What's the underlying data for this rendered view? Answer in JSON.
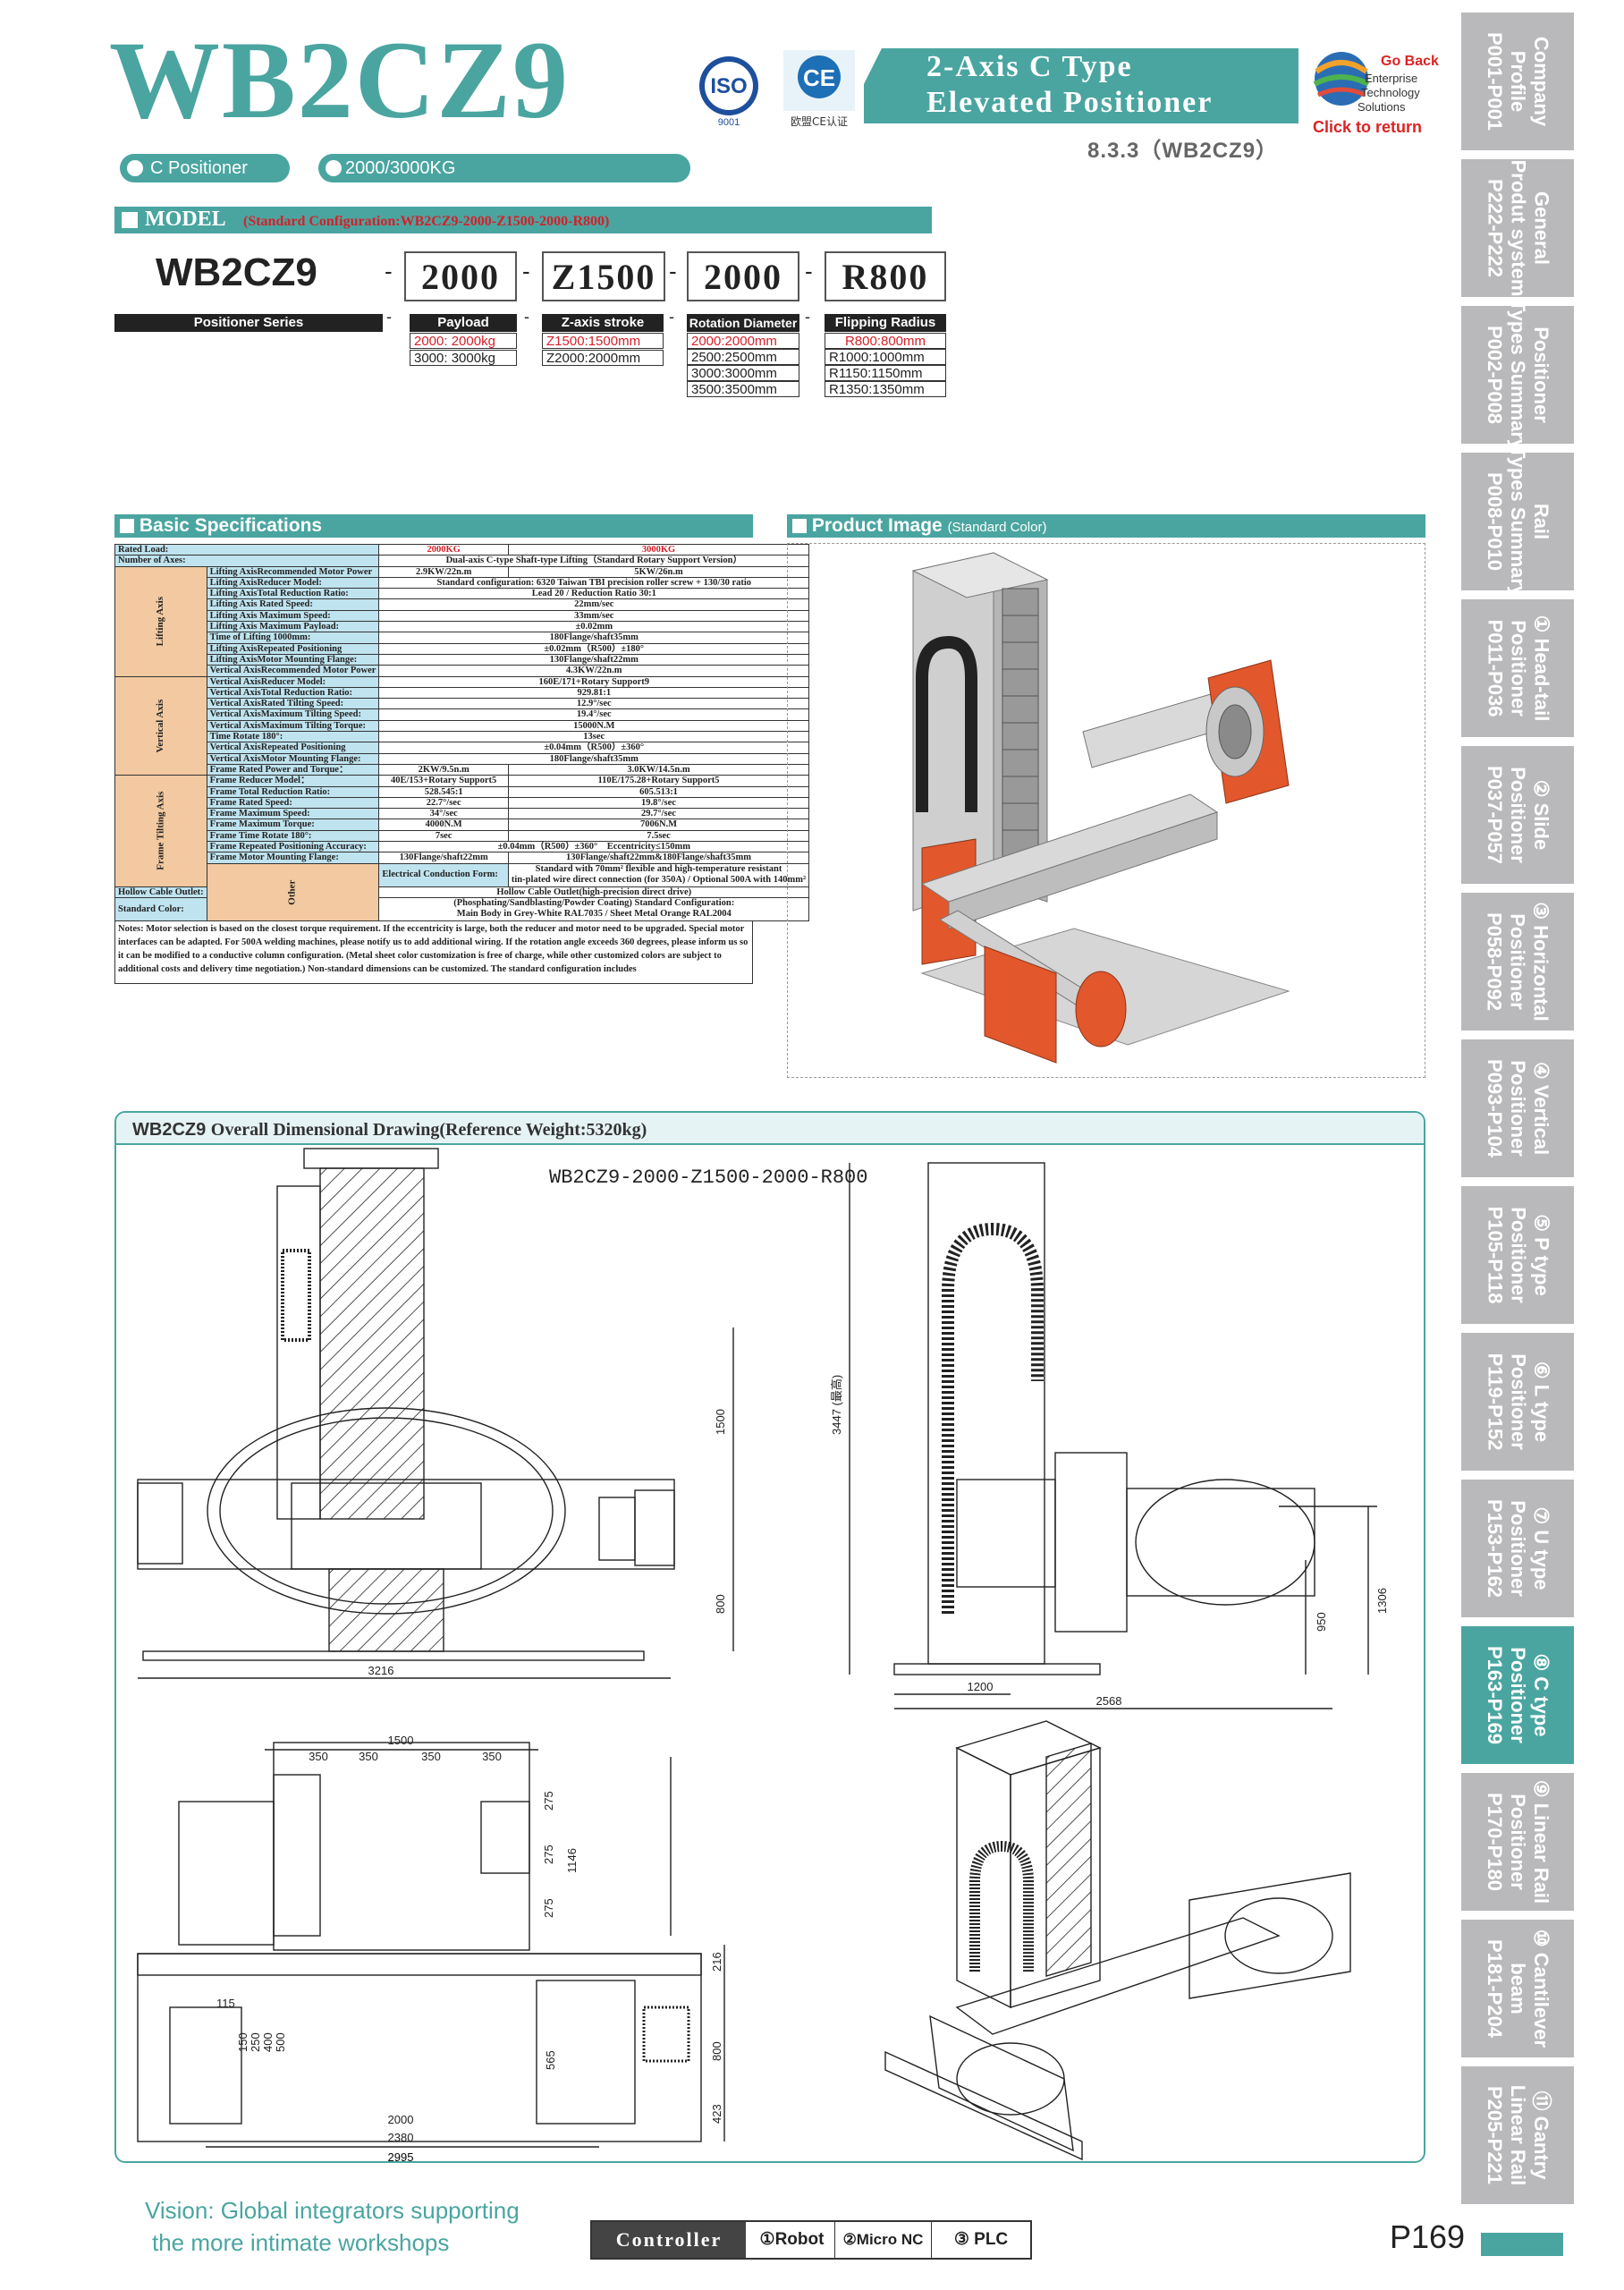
{
  "header": {
    "model_code": "WB2CZ9",
    "iso_text": "ISO",
    "iso_num": "9001",
    "ce_text": "CE",
    "ce_caption": "欧盟CE认证",
    "banner_line1": "2-Axis C Type",
    "banner_line2": "Elevated Positioner",
    "section_ref": "8.3.3（WB2CZ9）",
    "go_back": "Go Back",
    "ets_line1": "Enterprise",
    "ets_line2": "Technology",
    "ets_line3": "Solutions",
    "click_return": "Click to return",
    "pill1": "C Positioner",
    "pill2": "2000/3000KG"
  },
  "model": {
    "title": "MODEL",
    "config": "(Standard Configuration:WB2CZ9-2000-Z1500-2000-R800)",
    "series_code": "WB2CZ9",
    "box1": "2000",
    "box2": "Z1500",
    "box3": "2000",
    "box4": "R800",
    "dash": "-",
    "series_label": "Positioner Series",
    "payload_head": "Payload",
    "payload_opts": [
      "2000: 2000kg",
      "3000: 3000kg"
    ],
    "z_head": "Z-axis stroke",
    "z_opts": [
      "Z1500:1500mm",
      "Z2000:2000mm"
    ],
    "rot_head": "Rotation Diameter",
    "rot_opts": [
      "2000:2000mm",
      "2500:2500mm",
      "3000:3000mm",
      "3500:3500mm"
    ],
    "flip_head": "Flipping Radius",
    "flip_opts": [
      "R800:800mm",
      "R1000:1000mm",
      "R1150:1150mm",
      "R1350:1350mm"
    ]
  },
  "specs": {
    "title": "Basic Specifications",
    "rated_load_label": "Rated Load:",
    "col1": "2000KG",
    "col2": "3000KG",
    "groups": {
      "lifting": "Lifting Axis",
      "vertical": "Vertical Axis",
      "frame": "Frame Tilting Axis",
      "other": "Other"
    },
    "rows": [
      {
        "label": "Number of Axes:",
        "v": "Dual-axis C-type Shaft-type Lifting（Standard Rotary Support Version）"
      },
      {
        "label": "Lifting AxisRecommended Motor Power",
        "a": "2.9KW/22n.m",
        "b": "5KW/26n.m"
      },
      {
        "label": "Lifting AxisReducer Model:",
        "v": "Standard configuration: 6320 Taiwan TBI precision roller screw + 130/30 ratio"
      },
      {
        "label": "Lifting AxisTotal Reduction Ratio:",
        "v": "Lead 20 / Reduction Ratio 30:1"
      },
      {
        "label": "Lifting Axis Rated Speed:",
        "v": "22mm/sec"
      },
      {
        "label": "Lifting Axis Maximum Speed:",
        "v": "33mm/sec"
      },
      {
        "label": "Lifting Axis Maximum Payload:",
        "v": "±0.02mm"
      },
      {
        "label": "Time of Lifting 1000mm:",
        "v": "180Flange/shaft35mm"
      },
      {
        "label": "Lifting AxisRepeated Positioning",
        "v": "±0.02mm（R500）±180°"
      },
      {
        "label": "Lifting AxisMotor Mounting Flange:",
        "v": "130Flange/shaft22mm"
      },
      {
        "label": "Vertical AxisRecommended Motor Power",
        "v": "4.3KW/22n.m"
      },
      {
        "label": "Vertical AxisReducer Model:",
        "v": "160E/171+Rotary Support9"
      },
      {
        "label": "Vertical AxisTotal Reduction Ratio:",
        "v": "929.81:1"
      },
      {
        "label": "Vertical AxisRated Tilting Speed:",
        "v": "12.9°/sec"
      },
      {
        "label": "Vertical AxisMaximum Tilting Speed:",
        "v": "19.4°/sec"
      },
      {
        "label": "Vertical AxisMaximum Tilting Torque:",
        "v": "15000N.M"
      },
      {
        "label": "Time Rotate 180°:",
        "v": "13sec"
      },
      {
        "label": "Vertical AxisRepeated Positioning",
        "v": "±0.04mm（R500）±360°"
      },
      {
        "label": "Vertical AxisMotor Mounting Flange:",
        "v": "180Flange/shaft35mm"
      },
      {
        "label": "Frame Rated Power and Torque：",
        "a": "2KW/9.5n.m",
        "b": "3.0KW/14.5n.m"
      },
      {
        "label": "Frame Reducer Model：",
        "a": "40E/153+Rotary Support5",
        "b": "110E/175.28+Rotary Support5"
      },
      {
        "label": "Frame Total Reduction Ratio:",
        "a": "528.545:1",
        "b": "605.513:1"
      },
      {
        "label": "Frame Rated Speed:",
        "a": "22.7°/sec",
        "b": "19.8°/sec"
      },
      {
        "label": "Frame Maximum Speed:",
        "a": "34°/sec",
        "b": "29.7°/sec"
      },
      {
        "label": "Frame Maximum Torque:",
        "a": "4000N.M",
        "b": "7006N.M"
      },
      {
        "label": "Frame Time Rotate 180°:",
        "a": "7sec",
        "b": "7.5sec"
      },
      {
        "label": "Frame Repeated Positioning Accuracy:",
        "v": "±0.04mm（R500）±360°　Eccentricity≤150mm"
      },
      {
        "label": "Frame Motor Mounting Flange:",
        "a": "130Flange/shaft22mm",
        "b": "130Flange/shaft22mm&180Flange/shaft35mm"
      }
    ],
    "elec_label": "Electrical Conduction Form:",
    "elec_line1": "Standard with 70mm² flexible and high-temperature resistant",
    "elec_line2": "tin-plated wire direct connection (for 350A) / Optional 500A with 140mm²",
    "hollow_label": "Hollow Cable Outlet:",
    "hollow_value": "Hollow Cable Outlet(high-precision direct drive)",
    "color_label": "Standard Color:",
    "color_line1": "(Phosphating/Sandblasting/Powder Coating) Standard Configuration:",
    "color_line2": "Main Body in Grey-White RAL7035 / Sheet Metal Orange RAL2004",
    "notes": "Notes: Motor selection is based on the closest torque requirement. If the eccentricity is large, both the reducer and motor need to be upgraded. Special motor interfaces can be adapted. For 500A welding machines, please notify us to add additional wiring. If the rotation angle exceeds 360 degrees, please inform us so it can be modified to a conductive column configuration. (Metal sheet color customization is free of charge, while other customized colors are subject to additional costs and delivery time negotiation.) Non-standard dimensions can be customized. The standard configuration includes"
  },
  "product_image": {
    "title": "Product Image",
    "subtitle": "(Standard Color)"
  },
  "drawing": {
    "title_code": "WB2CZ9",
    "title_rest": "Overall Dimensional Drawing(Reference Weight:5320kg)",
    "label": "WB2CZ9-2000-Z1500-2000-R800",
    "dims": {
      "d3216": "3216",
      "d1500v": "1500",
      "d800a": "800",
      "d3447": "3447 (最高)",
      "d1306": "1306",
      "d950": "950",
      "d1200": "1200",
      "d2568": "2568",
      "d1500h": "1500",
      "d350": "350",
      "d275": "275",
      "d1146": "1146",
      "d216": "216",
      "d800b": "800",
      "d423": "423",
      "d115": "115",
      "d150": "150",
      "d250": "250",
      "d400": "400",
      "d500": "500",
      "d565": "565",
      "d2000": "2000",
      "d2380": "2380",
      "d2995": "2995"
    }
  },
  "footer": {
    "vision1": "Vision: Global integrators supporting",
    "vision2": "the more intimate workshops",
    "controller": "Controller",
    "c1": "①Robot",
    "c2": "②Micro NC",
    "c3": "③ PLC",
    "page": "P169"
  },
  "tabs": [
    {
      "l1": "Company",
      "l2": "Profile",
      "l3": "P001-P001"
    },
    {
      "l1": "General",
      "l2": "Produt system",
      "l3": "P222-P222"
    },
    {
      "l1": "Positioner",
      "l2": "Types Summary",
      "l3": "P002-P008"
    },
    {
      "l1": "Rail",
      "l2": "Types Summary",
      "l3": "P008-P010"
    },
    {
      "l1": "① Head-tail",
      "l2": "Positioner",
      "l3": "P011-P036"
    },
    {
      "l1": "② Slide",
      "l2": "Positioner",
      "l3": "P037-P057"
    },
    {
      "l1": "③ Horizontal",
      "l2": "Positioner",
      "l3": "P058-P092"
    },
    {
      "l1": "④ Vertical",
      "l2": "Positioner",
      "l3": "P093-P104"
    },
    {
      "l1": "⑤ P type",
      "l2": "Positioner",
      "l3": "P105-P118"
    },
    {
      "l1": "⑥ L type",
      "l2": "Positioner",
      "l3": "P119-P152"
    },
    {
      "l1": "⑦ U type",
      "l2": "Positioner",
      "l3": "P153-P162"
    },
    {
      "l1": "⑧ C type",
      "l2": "Positioner",
      "l3": "P163-P169"
    },
    {
      "l1": "⑨ Linear Rail",
      "l2": "Positioner",
      "l3": "P170-P180"
    },
    {
      "l1": "⑩ Cantilever",
      "l2": "beam",
      "l3": "P181-P204"
    },
    {
      "l1": "⑪ Gantry",
      "l2": "Linear Rail",
      "l3": "P205-P221"
    }
  ],
  "colors": {
    "accent": "#4aa5a0",
    "tab_grey": "#b9b9bb",
    "table_label": "#bfe3ef",
    "orange": "#e2572b"
  }
}
